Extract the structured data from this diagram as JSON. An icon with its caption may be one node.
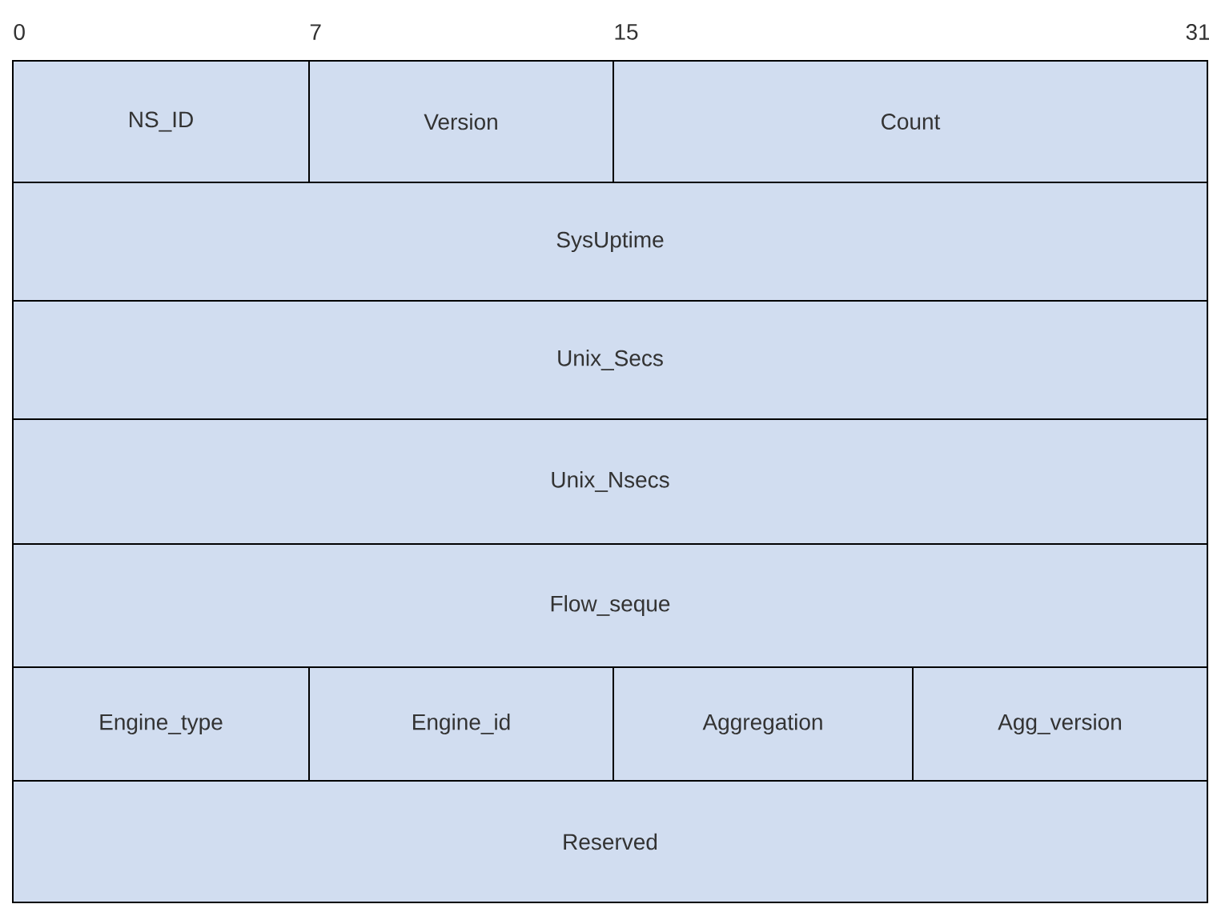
{
  "diagram": {
    "nodes": [
      {
        "text": [
          "NS_ID"
        ]
      },
      {
        "text": [
          "Version"
        ]
      },
      {
        "text": [
          "Count"
        ]
      },
      {
        "text": [
          "SysUptime"
        ]
      },
      {
        "text": [
          "Unix_Secs"
        ]
      },
      {
        "text": [
          "Unix_Nsecs"
        ]
      },
      {
        "text": [
          "Flow_seque"
        ]
      },
      {
        "text": [
          "Engine_type"
        ]
      },
      {
        "text": [
          "Engine_id"
        ]
      },
      {
        "text": [
          "Aggregation"
        ]
      },
      {
        "text": [
          "Agg_version"
        ]
      },
      {
        "text": [
          "Reserved"
        ]
      }
    ],
    "labels": [
      "0",
      "7",
      "15",
      "31"
    ]
  }
}
